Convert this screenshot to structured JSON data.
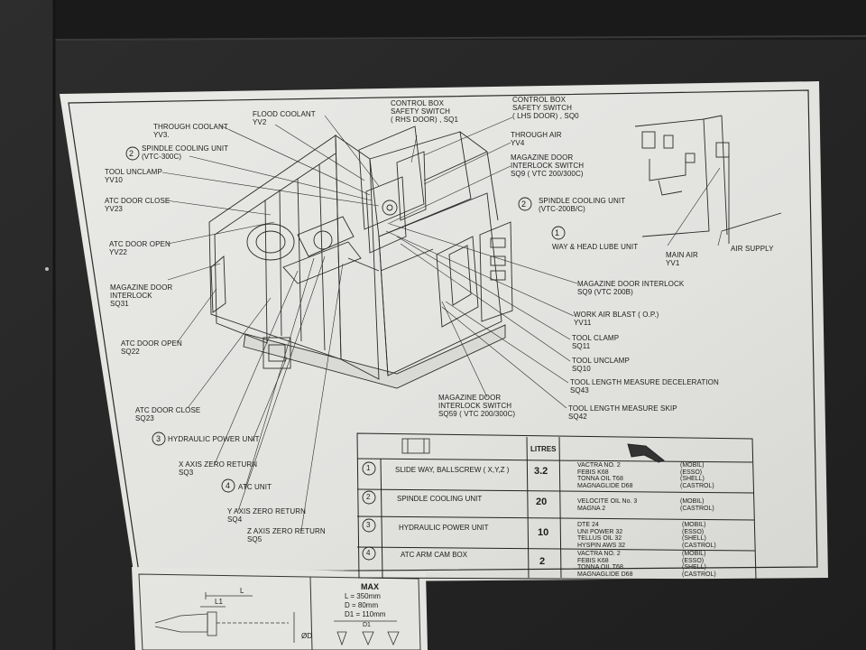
{
  "labels": {
    "control_box_rhs": [
      "CONTROL BOX",
      "SAFETY SWITCH",
      "( RHS DOOR) , SQ1"
    ],
    "control_box_lhs": [
      "CONTROL BOX",
      "SAFETY SWITCH",
      "( LHS DOOR) , SQ0"
    ],
    "flood_coolant": [
      "FLOOD COOLANT",
      "YV2"
    ],
    "through_coolant": [
      "THROUGH COOLANT",
      "YV3."
    ],
    "spindle_cooling_300c": [
      "SPINDLE COOLING UNIT",
      "(VTC-300C)"
    ],
    "spindle_cooling_300c_num": "2",
    "tool_unclamp_yv10": [
      "TOOL UNCLAMP",
      "YV10"
    ],
    "atc_door_close_yv23": [
      "ATC DOOR CLOSE",
      "YV23"
    ],
    "atc_door_open_yv22": [
      "ATC DOOR OPEN",
      "YV22"
    ],
    "magazine_door_sq31": [
      "MAGAZINE DOOR",
      "INTERLOCK",
      "SQ31"
    ],
    "atc_door_open_sq22": [
      "ATC DOOR OPEN",
      "SQ22"
    ],
    "atc_door_close_sq23": [
      "ATC DOOR CLOSE",
      "SQ23"
    ],
    "hydraulic_power_unit": "HYDRAULIC POWER UNIT",
    "hydraulic_power_unit_num": "3",
    "x_axis_zero": [
      "X AXIS ZERO RETURN",
      "SQ3"
    ],
    "atc_unit": "ATC UNIT",
    "atc_unit_num": "4",
    "y_axis_zero": [
      "Y AXIS ZERO RETURN",
      "SQ4"
    ],
    "z_axis_zero": [
      "Z AXIS ZERO RETURN",
      "SQ5"
    ],
    "through_air": [
      "THROUGH AIR",
      "YV4"
    ],
    "magazine_door_sq9_300": [
      "MAGAZINE DOOR",
      "INTERLOCK SWITCH",
      "SQ9 ( VTC 200/300C)"
    ],
    "spindle_cooling_200bc": [
      "SPINDLE COOLING UNIT",
      "(VTC-200B/C)"
    ],
    "spindle_cooling_200bc_num": "2",
    "way_head_lube": "WAY & HEAD LUBE UNIT",
    "way_head_lube_num": "1",
    "main_air": [
      "MAIN AIR",
      "YV1"
    ],
    "air_supply": "AIR SUPPLY",
    "magazine_door_sq9_200b": [
      "MAGAZINE DOOR INTERLOCK",
      "SQ9 (VTC 200B)"
    ],
    "work_air_blast": [
      "WORK AIR BLAST ( O.P.)",
      "YV11"
    ],
    "tool_clamp": [
      "TOOL CLAMP",
      "SQ11"
    ],
    "tool_unclamp_sq10": [
      "TOOL UNCLAMP",
      "SQ10"
    ],
    "tool_length_decel": [
      "TOOL LENGTH MEASURE DECELERATION",
      "SQ43"
    ],
    "tool_length_skip": [
      "TOOL LENGTH MEASURE SKIP",
      "SQ42"
    ],
    "magazine_door_sq59": [
      "MAGAZINE DOOR",
      "INTERLOCK SWITCH",
      "SQ59 ( VTC 200/300C)"
    ]
  },
  "table": {
    "litres_header": "LITRES",
    "rows": [
      {
        "num": "1",
        "name": "SLIDE WAY, BALLSCREW ( X,Y,Z )",
        "litres": "3.2",
        "oils": [
          [
            "VACTRA NO. 2",
            "(MOBIL)"
          ],
          [
            "FEBIS K68",
            "(ESSO)"
          ],
          [
            "TONNA OIL T68",
            "(SHELL)"
          ],
          [
            "MAGNAGLIDE D68",
            "(CASTROL)"
          ]
        ]
      },
      {
        "num": "2",
        "name": "SPINDLE COOLING UNIT",
        "litres": "20",
        "oils": [
          [
            "VELOCITE OIL No. 3",
            "(MOBIL)"
          ],
          [
            "MAGNA 2",
            "(CASTROL)"
          ]
        ]
      },
      {
        "num": "3",
        "name": "HYDRAULIC POWER UNIT",
        "litres": "10",
        "oils": [
          [
            "DTE 24",
            "(MOBIL)"
          ],
          [
            "UNI POWER 32",
            "(ESSO)"
          ],
          [
            "TELLUS OIL 32",
            "(SHELL)"
          ],
          [
            "HYSPIN AWS 32",
            "(CASTROL)"
          ]
        ]
      },
      {
        "num": "4",
        "name": "ATC ARM CAM BOX",
        "litres": "2",
        "oils": [
          [
            "VACTRA NO. 2",
            "(MOBIL)"
          ],
          [
            "FEBIS K68",
            "(ESSO)"
          ],
          [
            "TONNA OIL T68",
            "(SHELL)"
          ],
          [
            "MAGNAGLIDE D68",
            "(CASTROL)"
          ]
        ]
      }
    ]
  },
  "lower_label": {
    "max": "MAX",
    "l_value": "L = 350mm",
    "d_value": "D = 80mm",
    "d1_value": "D1 = 110mm",
    "l1": "L1",
    "l": "L",
    "od": "ØD",
    "d1": "D1"
  }
}
